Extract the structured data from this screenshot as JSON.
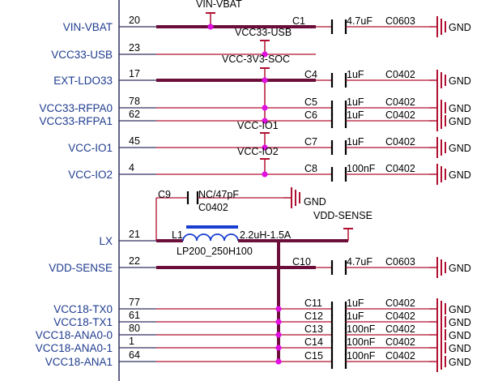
{
  "pins": [
    {
      "name": "VIN-VBAT",
      "number": "20"
    },
    {
      "name": "VCC33-USB",
      "number": "23"
    },
    {
      "name": "EXT-LDO33",
      "number": "17"
    },
    {
      "name": "VCC33-RFPA0",
      "number": "78"
    },
    {
      "name": "VCC33-RFPA1",
      "number": "62"
    },
    {
      "name": "VCC-IO1",
      "number": "45"
    },
    {
      "name": "VCC-IO2",
      "number": "4"
    },
    {
      "name": "LX",
      "number": "21"
    },
    {
      "name": "VDD-SENSE",
      "number": "22"
    },
    {
      "name": "VCC18-TX0",
      "number": "77"
    },
    {
      "name": "VCC18-TX1",
      "number": "61"
    },
    {
      "name": "VCC18-ANA0-0",
      "number": "80"
    },
    {
      "name": "VCC18-ANA0-1",
      "number": "1"
    },
    {
      "name": "VCC18-ANA1",
      "number": "64"
    }
  ],
  "net_labels": {
    "vin_vbat": "VIN-VBAT",
    "vcc33_usb": "VCC33-USB",
    "vcc_3v3_soc": "VCC-3V3-SOC",
    "vcc_io1": "VCC-IO1",
    "vcc_io2": "VCC-IO2",
    "vdd_sense": "VDD-SENSE"
  },
  "capacitors": [
    {
      "ref": "C1",
      "value": "4.7uF",
      "package": "C0603"
    },
    {
      "ref": "C4",
      "value": "1uF",
      "package": "C0402"
    },
    {
      "ref": "C5",
      "value": "1uF",
      "package": "C0402"
    },
    {
      "ref": "C6",
      "value": "1uF",
      "package": "C0402"
    },
    {
      "ref": "C7",
      "value": "1uF",
      "package": "C0402"
    },
    {
      "ref": "C8",
      "value": "100nF",
      "package": "C0402"
    },
    {
      "ref": "C10",
      "value": "4.7uF",
      "package": "C0603"
    },
    {
      "ref": "C11",
      "value": "1uF",
      "package": "C0402"
    },
    {
      "ref": "C12",
      "value": "1uF",
      "package": "C0402"
    },
    {
      "ref": "C13",
      "value": "100nF",
      "package": "C0402"
    },
    {
      "ref": "C14",
      "value": "100nF",
      "package": "C0402"
    },
    {
      "ref": "C15",
      "value": "100nF",
      "package": "C0402"
    }
  ],
  "c9": {
    "ref": "C9",
    "value": "NC/47pF",
    "package": "C0402"
  },
  "inductor": {
    "ref": "L1",
    "value": "2.2uH-1.5A",
    "package": "LP200_250H100"
  },
  "ground_label": "GND",
  "colors": {
    "pin_text": "#1f3c8f",
    "wire": "#b01030",
    "bus": "#6b0f3a",
    "junction": "#e010e0",
    "inductor": "#1a3fd0",
    "pin_line": "#303060"
  }
}
